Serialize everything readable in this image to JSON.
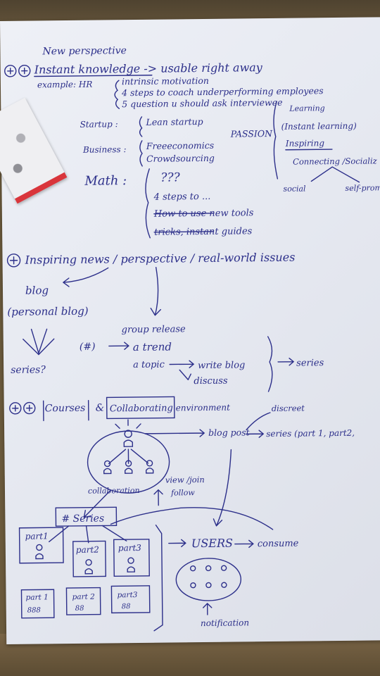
{
  "notes": {
    "heading": "New perspective",
    "star2": "(*)(*)",
    "line1": "Instant knowledge -> usable right away",
    "example_label": "example: HR",
    "hr_items": [
      "intrinsic motivation",
      "4 steps to coach underperforming employees",
      "5 question u should ask interviewee"
    ],
    "startup_label": "Startup :",
    "startup_item": "Lean startup",
    "business_label": "Business :",
    "business_items": [
      "Freeeconomics",
      "Crowdsourcing"
    ],
    "passion_label": "PASSION",
    "passion_items": [
      "Learning",
      "(Instant learning)",
      "Inspiring",
      "Connecting /Socializ"
    ],
    "passion_branches": [
      "social",
      "self-prom"
    ],
    "math_label": "Math :",
    "math_items": [
      "???",
      "4 steps to ...",
      "How to use new tools",
      "tricks, instant guides"
    ],
    "section2_star": "(*)",
    "section2_title": "Inspiring news / perspective / real-world issues",
    "blog": "blog",
    "personal_blog": "(personal blog)",
    "series_q": "series?",
    "group_release": "group release",
    "hash": "(#)",
    "a_trend": "a trend",
    "a_topic": "a topic",
    "write_blog": "write blog",
    "discuss": "discuss",
    "series_right": "series",
    "section3_star": "(*)(*)",
    "courses": "Courses",
    "amp": "&",
    "collaborating": "Collaborating",
    "environment": "environment",
    "blog_post": "blog post",
    "discreet": "discreet",
    "series_parts": "series (part 1, part2,",
    "collaboration": "collaboration",
    "view_join": "view /join",
    "follow": "follow",
    "hash_series": "# Series",
    "part1": "part1",
    "part2": "part2",
    "part3": "part3",
    "users": "USERS",
    "consume": "consume",
    "notification": "notification",
    "bottom_parts": [
      "part 1",
      "part 2",
      "part3"
    ]
  }
}
